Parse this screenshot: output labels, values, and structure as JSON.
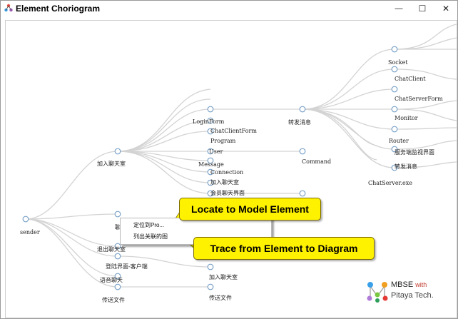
{
  "window": {
    "title": "Element Choriogram",
    "minimize_glyph": "—",
    "maximize_glyph": "☐",
    "close_glyph": "✕"
  },
  "tree": {
    "root": "sender",
    "level1": [
      "加入聊天室",
      "聊",
      "退出聊天室",
      "登陆界面-客户端",
      "语音聊天",
      "传送文件"
    ],
    "join_children": [
      "LoginForm",
      "ChatClientForm",
      "Program",
      "User",
      "Message",
      "Connection",
      "加入聊天室",
      "会员聊天界面"
    ],
    "login_children": [
      "转发消息"
    ],
    "user_children": [
      "Command"
    ],
    "forward_children": [
      "Socket",
      "ChatClient",
      "ChatServerForm",
      "Monitor",
      "Router",
      "服务端监视界面",
      "转发消息",
      "ChatServer.exe"
    ],
    "login_ui_children": [
      "加入聊天室"
    ],
    "file_children": [
      "传送文件"
    ]
  },
  "context_menu": {
    "items": [
      "定位到Pro...",
      "列出关联的图"
    ]
  },
  "callouts": {
    "locate": "Locate to Model  Element",
    "trace": "Trace from Element to Diagram"
  },
  "logo": {
    "brand": "MBSE",
    "with": "with",
    "company": "Pitaya Tech."
  },
  "colors": {
    "callout_fill": "#fff200",
    "node_stroke": "#7ba2c8",
    "link_stroke": "#d3d3d3"
  }
}
